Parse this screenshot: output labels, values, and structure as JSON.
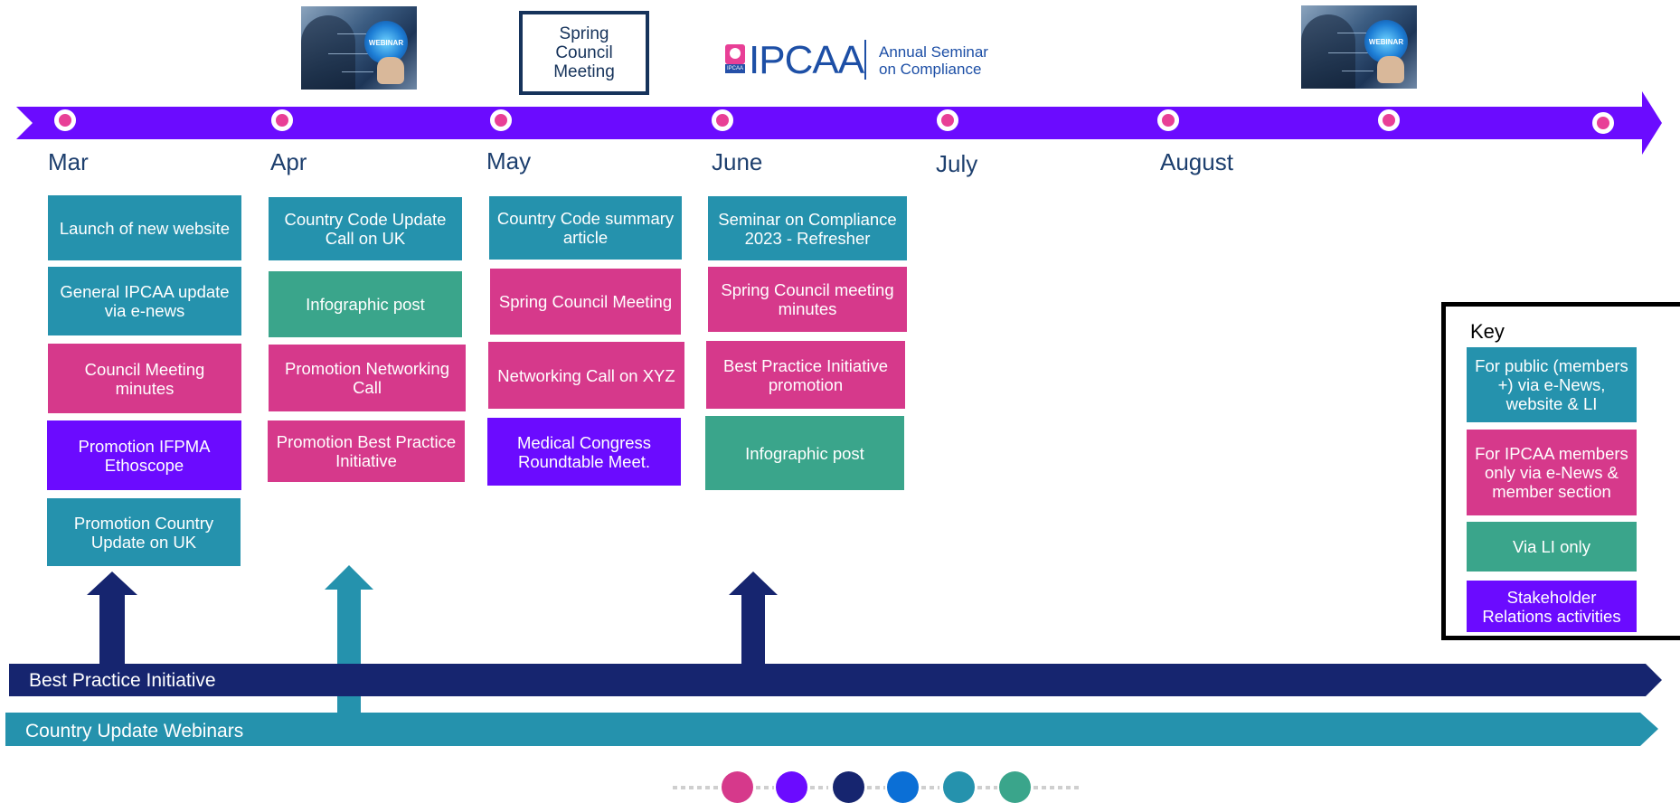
{
  "top": {
    "spring_council_label": "Spring Council Meeting",
    "ipcaa_logo": "IPCAA",
    "ipcaa_badge": "IPCAA",
    "seminar_label_line1": "Annual Seminar",
    "seminar_label_line2": "on Compliance",
    "webinar_badge": "WEBINAR"
  },
  "months": [
    "Mar",
    "Apr",
    "May",
    "June",
    "July",
    "August"
  ],
  "columns": [
    {
      "month": "Mar",
      "items": [
        {
          "label": "Launch of new website",
          "category": "public"
        },
        {
          "label": "General IPCAA update via e-news",
          "category": "public"
        },
        {
          "label": "Council Meeting minutes",
          "category": "members"
        },
        {
          "label": "Promotion IFPMA Ethoscope",
          "category": "stakeholder"
        },
        {
          "label": "Promotion Country Update on UK",
          "category": "public"
        }
      ]
    },
    {
      "month": "Apr",
      "items": [
        {
          "label": "Country Code Update Call on UK",
          "category": "public"
        },
        {
          "label": "Infographic post",
          "category": "li"
        },
        {
          "label": "Promotion Networking Call",
          "category": "members"
        },
        {
          "label": "Promotion Best Practice Initiative",
          "category": "members"
        }
      ]
    },
    {
      "month": "May",
      "items": [
        {
          "label": "Country Code summary article",
          "category": "public"
        },
        {
          "label": "Spring Council Meeting",
          "category": "members"
        },
        {
          "label": "Networking Call on XYZ",
          "category": "members"
        },
        {
          "label": "Medical Congress Roundtable Meet.",
          "category": "stakeholder"
        }
      ]
    },
    {
      "month": "June",
      "items": [
        {
          "label": "Seminar on Compliance 2023 - Refresher",
          "category": "public"
        },
        {
          "label": "Spring Council meeting minutes",
          "category": "members"
        },
        {
          "label": "Best Practice Initiative promotion",
          "category": "members"
        },
        {
          "label": "Infographic post",
          "category": "li"
        }
      ]
    }
  ],
  "key": {
    "title": "Key",
    "items": [
      {
        "label": "For public (members +) via e-News, website & LI",
        "color": "#2592ad"
      },
      {
        "label": "For IPCAA members only via e-News & member section",
        "color": "#d6398b"
      },
      {
        "label": "Via LI only",
        "color": "#3aa58b"
      },
      {
        "label": "Stakeholder Relations activities",
        "color": "#6b0bff"
      }
    ]
  },
  "bars": {
    "best_practice": "Best Practice Initiative",
    "country_update": "Country Update Webinars"
  },
  "colors": {
    "timeline": "#6b0bff",
    "navy": "#16256f",
    "teal": "#2592ad",
    "pink": "#d6398b",
    "green": "#3aa58b",
    "purple": "#6b0bff",
    "dot": "#e83f96",
    "month_text": "#1d3f6e"
  },
  "palette_dots": [
    "#d6398b",
    "#6b0bff",
    "#16256f",
    "#0b6fd6",
    "#2592ad",
    "#3aa58b"
  ]
}
